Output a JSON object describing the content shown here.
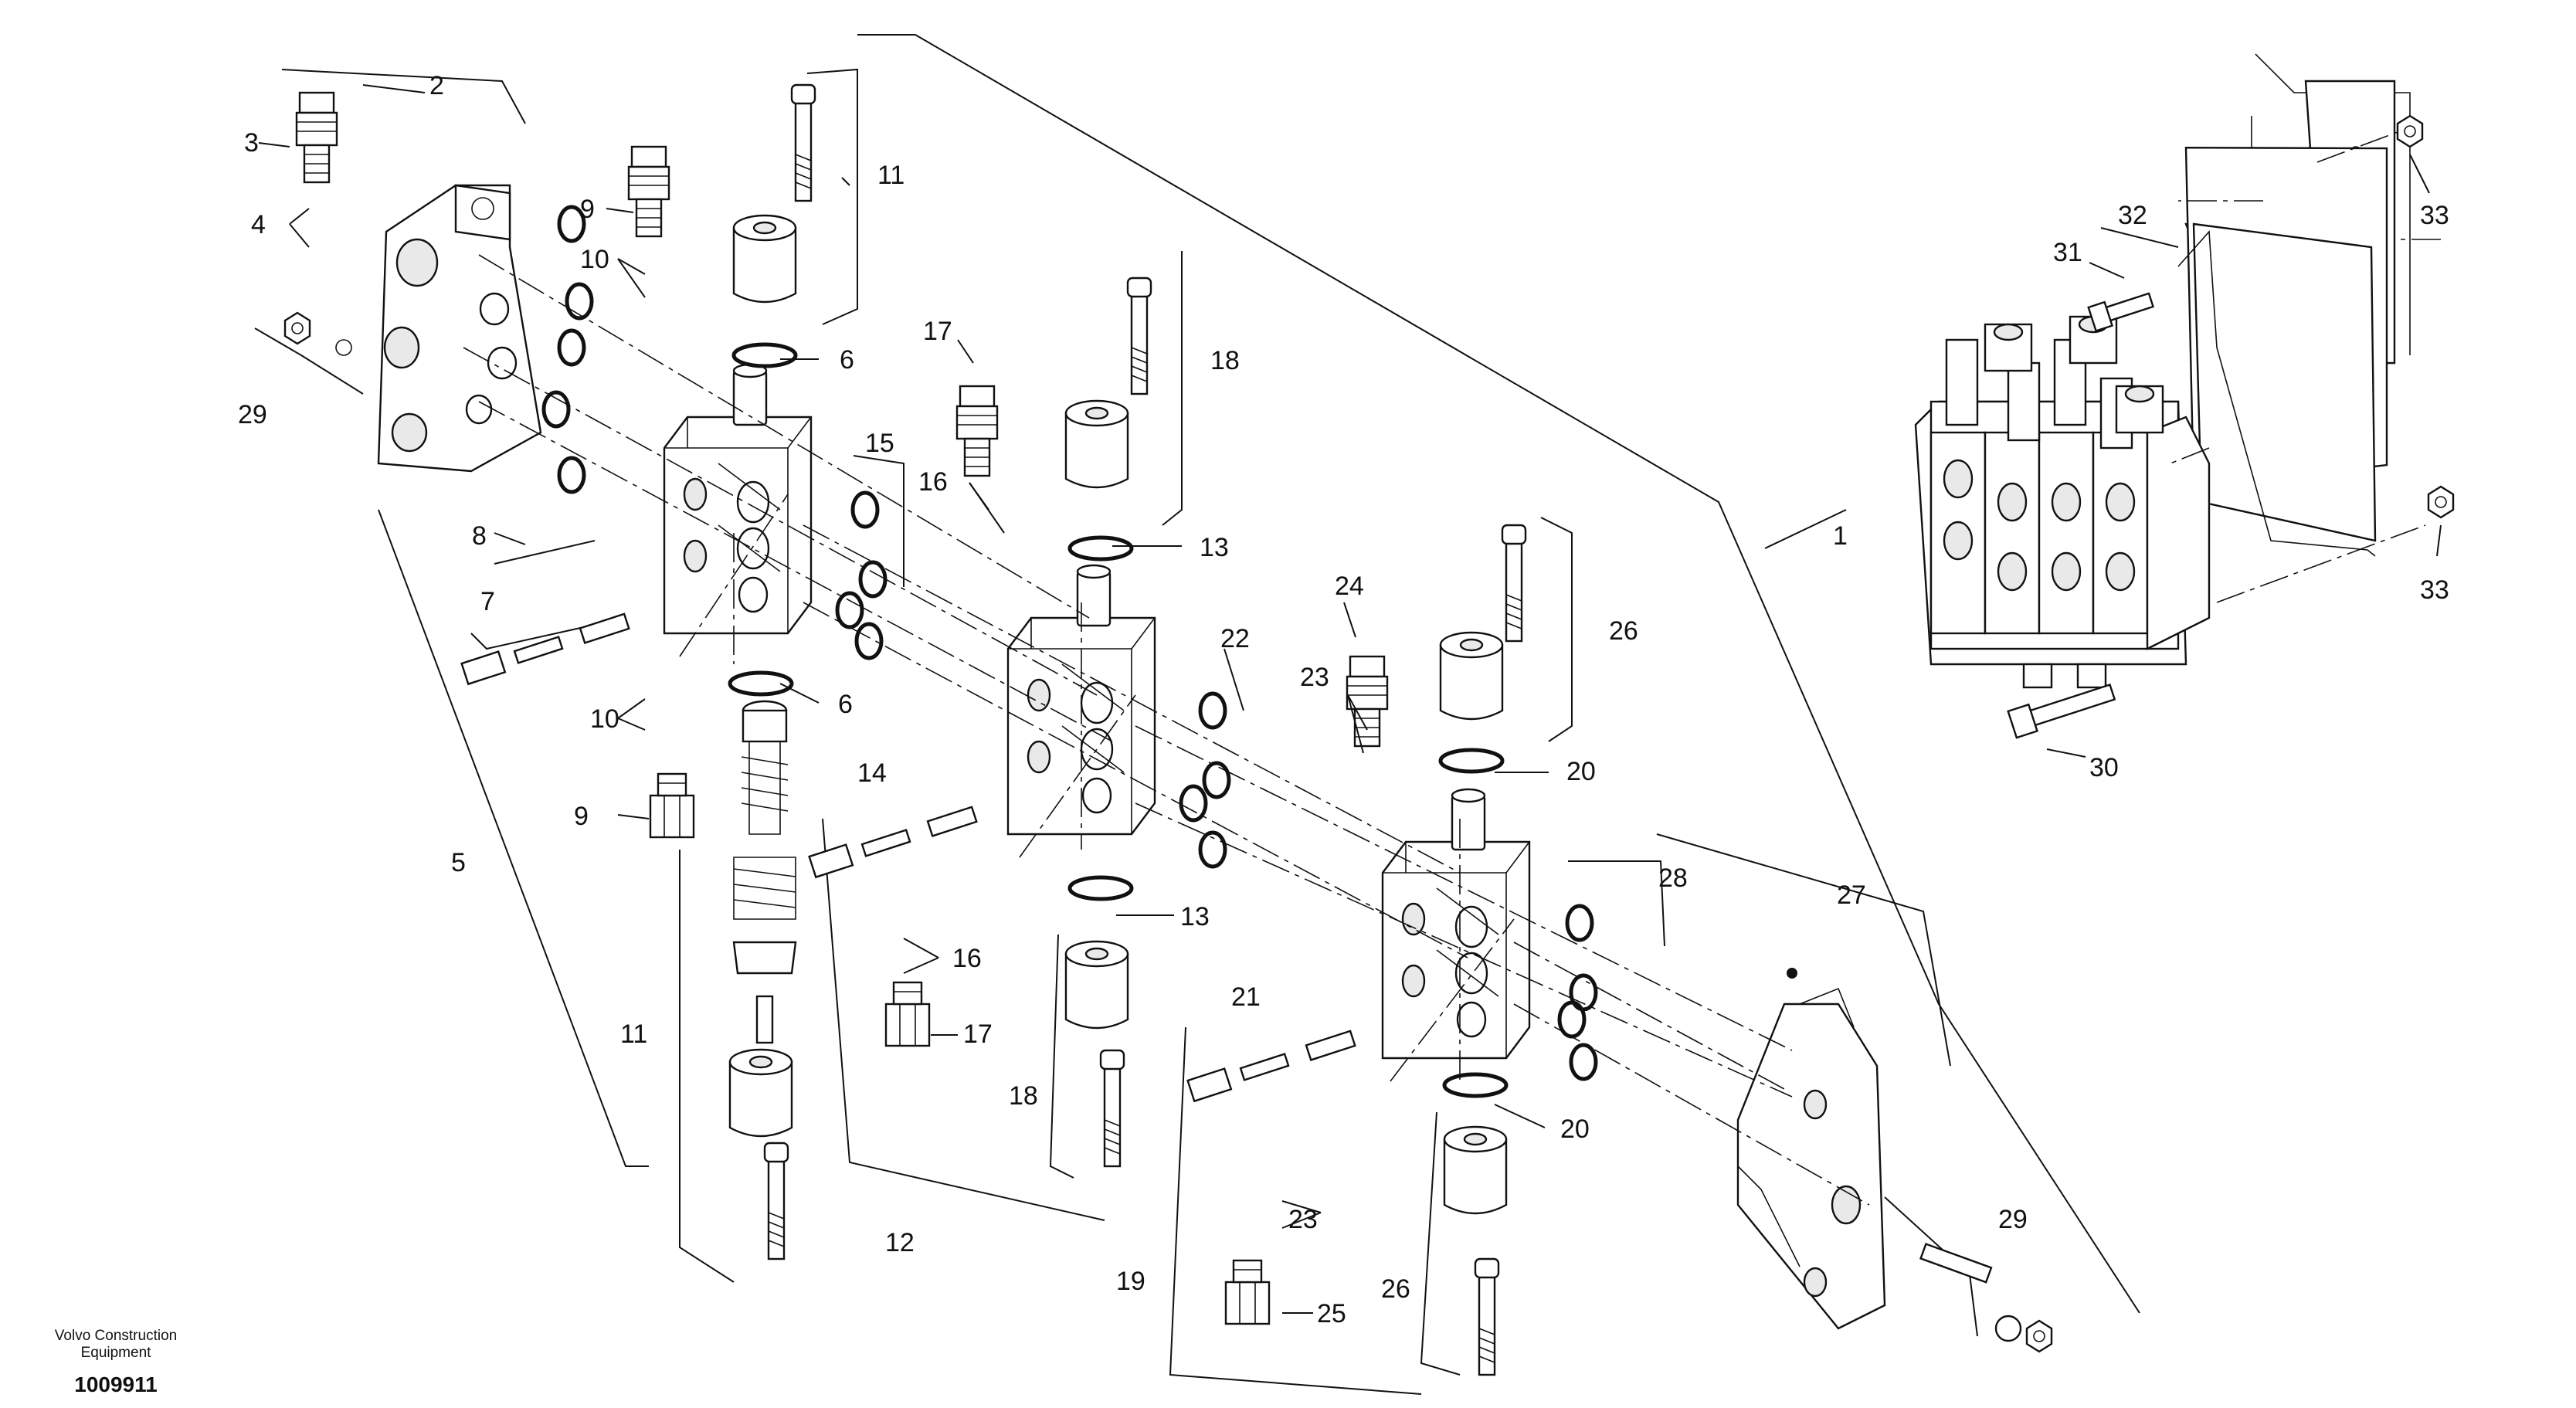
{
  "footer": {
    "brand_line1": "Volvo Construction",
    "brand_line2": "Equipment",
    "drawing_number": "1009911"
  },
  "callouts": {
    "c1": "1",
    "c2": "2",
    "c3": "3",
    "c4": "4",
    "c5": "5",
    "c6a": "6",
    "c6b": "6",
    "c7": "7",
    "c8": "8",
    "c9a": "9",
    "c9b": "9",
    "c10a": "10",
    "c10b": "10",
    "c11a": "11",
    "c11b": "11",
    "c12": "12",
    "c13a": "13",
    "c13b": "13",
    "c14": "14",
    "c15": "15",
    "c16a": "16",
    "c16b": "16",
    "c17a": "17",
    "c17b": "17",
    "c18a": "18",
    "c18b": "18",
    "c19": "19",
    "c20a": "20",
    "c20b": "20",
    "c21": "21",
    "c22": "22",
    "c23a": "23",
    "c23b": "23",
    "c24": "24",
    "c25": "25",
    "c26a": "26",
    "c26b": "26",
    "c27": "27",
    "c28": "28",
    "c29a": "29",
    "c29b": "29",
    "c30": "30",
    "c31": "31",
    "c32": "32",
    "c33a": "33",
    "c33b": "33"
  }
}
